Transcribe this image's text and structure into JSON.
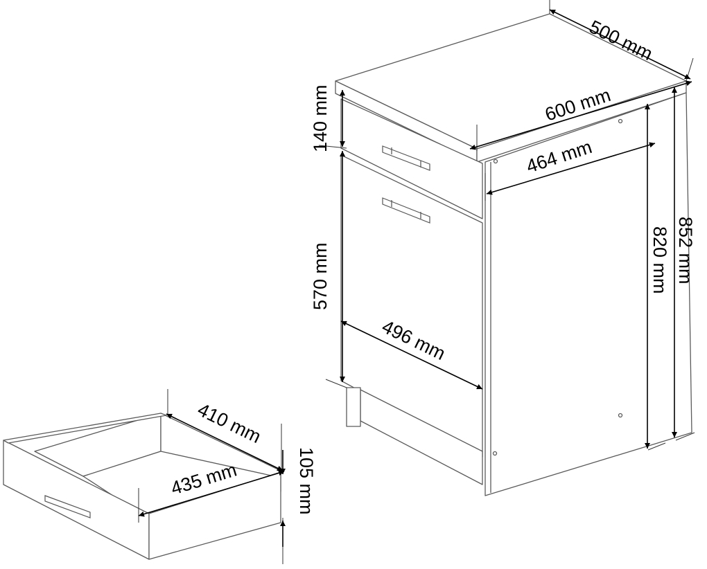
{
  "dimensions": {
    "depth": "500 mm",
    "width": "600 mm",
    "inner_width": "464 mm",
    "drawer_front_height": "140 mm",
    "door_height": "570 mm",
    "door_width": "496 mm",
    "total_height": "852 mm",
    "body_height": "820 mm",
    "drawer_inner_depth": "410 mm",
    "drawer_inner_width": "435 mm",
    "drawer_height": "105 mm"
  }
}
